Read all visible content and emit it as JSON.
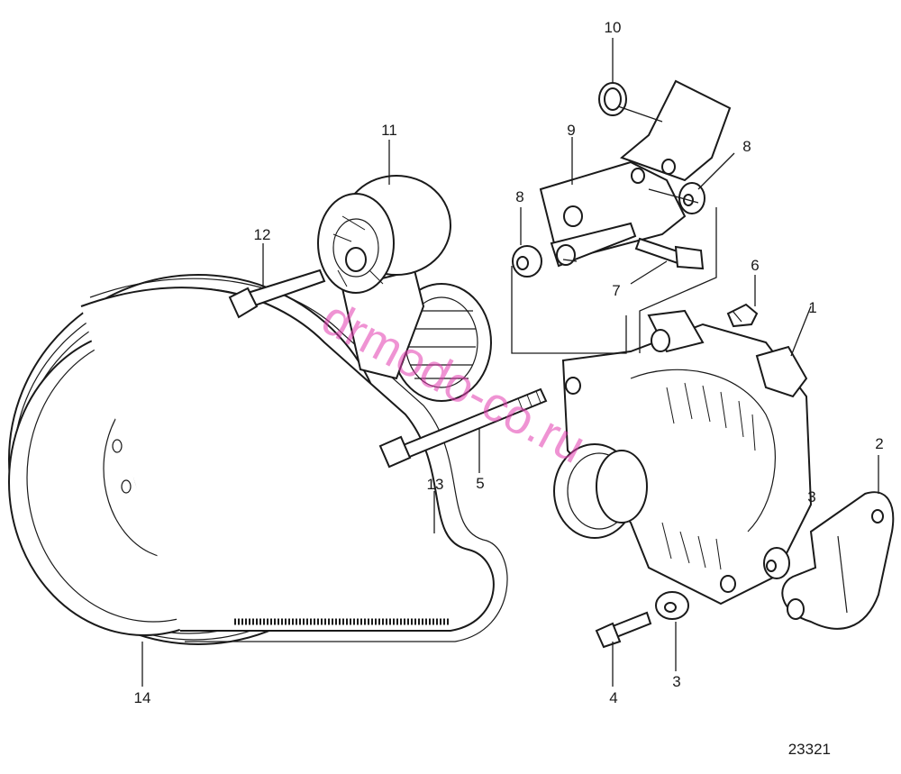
{
  "diagram": {
    "part_labels": [
      {
        "id": "1",
        "text": "1"
      },
      {
        "id": "2",
        "text": "2"
      },
      {
        "id": "3a",
        "text": "3"
      },
      {
        "id": "3b",
        "text": "3"
      },
      {
        "id": "4",
        "text": "4"
      },
      {
        "id": "5",
        "text": "5"
      },
      {
        "id": "6",
        "text": "6"
      },
      {
        "id": "7",
        "text": "7"
      },
      {
        "id": "8a",
        "text": "8"
      },
      {
        "id": "8b",
        "text": "8"
      },
      {
        "id": "9",
        "text": "9"
      },
      {
        "id": "10",
        "text": "10"
      },
      {
        "id": "11",
        "text": "11"
      },
      {
        "id": "12",
        "text": "12"
      },
      {
        "id": "13",
        "text": "13"
      },
      {
        "id": "14",
        "text": "14"
      }
    ],
    "figure_number": "23321",
    "watermark": "drmodo-co.ru",
    "colors": {
      "line": "#1a1a1a",
      "background": "#ffffff",
      "watermark": "#e23bb0"
    }
  }
}
